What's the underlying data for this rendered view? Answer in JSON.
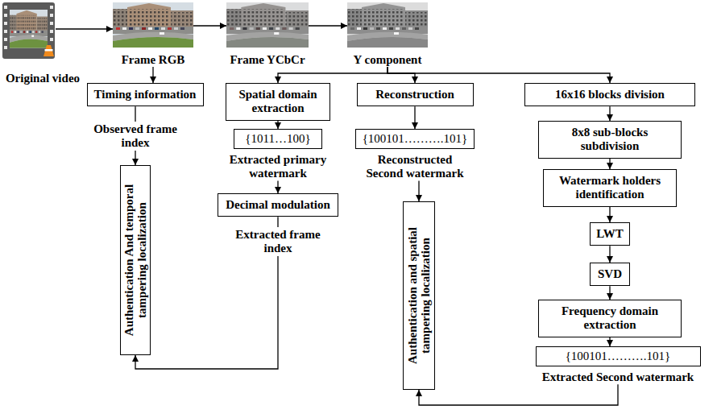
{
  "diagram": {
    "nodes": [
      {
        "text": [
          "Original video"
        ]
      },
      {
        "text": [
          "Frame RGB"
        ]
      },
      {
        "text": [
          "Frame YCbCr"
        ]
      },
      {
        "text": [
          "Y component"
        ]
      },
      {
        "text": [
          "Timing information"
        ]
      },
      {
        "text": [
          "Spatial domain extraction"
        ]
      },
      {
        "text": [
          "Reconstruction"
        ]
      },
      {
        "text": [
          "16x16 blocks division"
        ]
      },
      {
        "text": [
          "{1011…100}",
          "Extracted primary watermark"
        ]
      },
      {
        "text": [
          "{100101……….101}",
          "Reconstructed Second watermark"
        ]
      },
      {
        "text": [
          "8x8 sub-blocks subdivision"
        ]
      },
      {
        "text": [
          "Decimal modulation"
        ]
      },
      {
        "text": [
          "Watermark holders identification"
        ]
      },
      {
        "text": [
          "Authentication And temporal tampering localization"
        ]
      },
      {
        "text": [
          "Authentication and spatial tampering localization"
        ]
      },
      {
        "text": [
          "LWT"
        ]
      },
      {
        "text": [
          "SVD"
        ]
      },
      {
        "text": [
          "Frequency domain extraction"
        ]
      },
      {
        "text": [
          "{100101……….101}",
          "Extracted Second watermark"
        ]
      }
    ],
    "edges": [
      {
        "from": 0,
        "to": 1,
        "arrow": "to"
      },
      {
        "from": 1,
        "to": 2,
        "arrow": "to"
      },
      {
        "from": 2,
        "to": 3,
        "arrow": "to"
      },
      {
        "from": 1,
        "to": 4,
        "arrow": "to"
      },
      {
        "from": 3,
        "to": 5,
        "arrow": "to"
      },
      {
        "from": 3,
        "to": 6,
        "arrow": "to"
      },
      {
        "from": 3,
        "to": 7,
        "arrow": "to"
      },
      {
        "from": 4,
        "to": 13,
        "label": "Observed frame index",
        "arrow": "to"
      },
      {
        "from": 5,
        "to": 8,
        "arrow": "to"
      },
      {
        "from": 8,
        "to": 11,
        "arrow": "to"
      },
      {
        "from": 11,
        "to": 13,
        "label": "Extracted frame index",
        "arrow": "to"
      },
      {
        "from": 6,
        "to": 9,
        "arrow": "to"
      },
      {
        "from": 9,
        "to": 14,
        "arrow": "to"
      },
      {
        "from": 7,
        "to": 10,
        "arrow": "to"
      },
      {
        "from": 10,
        "to": 12,
        "arrow": "to"
      },
      {
        "from": 12,
        "to": 15,
        "arrow": "to"
      },
      {
        "from": 15,
        "to": 16,
        "arrow": "to"
      },
      {
        "from": 16,
        "to": 17,
        "arrow": "to"
      },
      {
        "from": 17,
        "to": 18,
        "arrow": "to"
      },
      {
        "from": 18,
        "to": 14,
        "arrow": "to"
      }
    ]
  }
}
